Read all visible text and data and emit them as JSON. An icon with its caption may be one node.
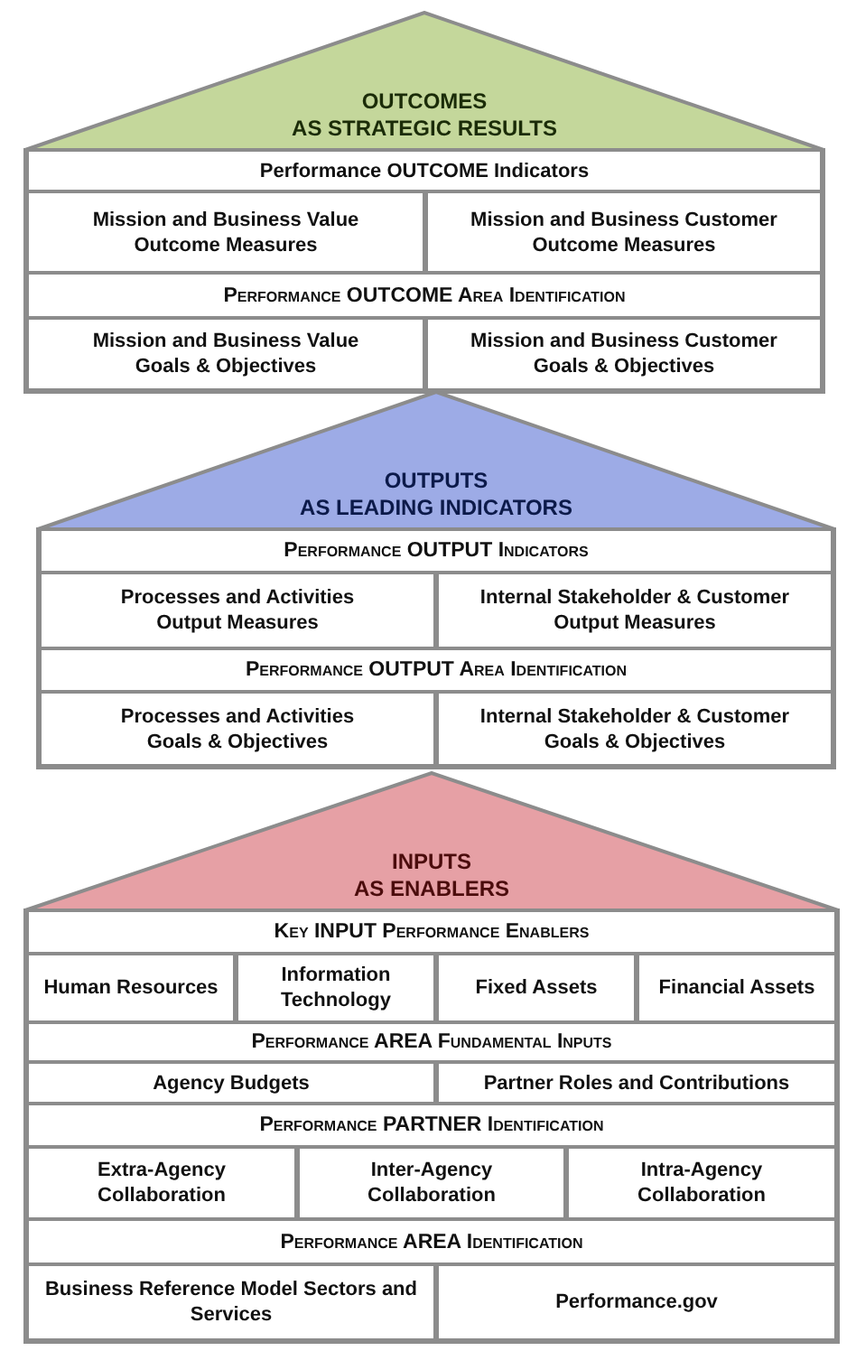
{
  "diagram": {
    "nodes": [
      {
        "text": [
          "OUTCOMES",
          "AS STRATEGIC RESULTS"
        ]
      },
      {
        "text": [
          "Performance OUTCOME Indicators"
        ],
        "in": 0
      },
      {
        "text": [
          "Mission and Business Value Outcome Measures"
        ],
        "in": 0
      },
      {
        "text": [
          "Mission and Business Customer Outcome Measures"
        ],
        "in": 0
      },
      {
        "text": [
          "Performance OUTCOME Area Identification"
        ],
        "in": 0
      },
      {
        "text": [
          "Mission and Business Value Goals & Objectives"
        ],
        "in": 0
      },
      {
        "text": [
          "Mission and Business Customer Goals & Objectives"
        ],
        "in": 0
      },
      {
        "text": [
          "OUTPUTS",
          "AS LEADING INDICATORS"
        ]
      },
      {
        "text": [
          "Performance OUTPUT Indicators"
        ],
        "in": 7
      },
      {
        "text": [
          "Processes and Activities Output Measures"
        ],
        "in": 7
      },
      {
        "text": [
          "Internal Stakeholder & Customer Output Measures"
        ],
        "in": 7
      },
      {
        "text": [
          "Performance OUTPUT Area Identification"
        ],
        "in": 7
      },
      {
        "text": [
          "Processes and Activities Goals & Objectives"
        ],
        "in": 7
      },
      {
        "text": [
          "Internal Stakeholder & Customer Goals & Objectives"
        ],
        "in": 7
      },
      {
        "text": [
          "INPUTS",
          "AS ENABLERS"
        ]
      },
      {
        "text": [
          "Key INPUT Performance Enablers"
        ],
        "in": 14
      },
      {
        "text": [
          "Human Resources"
        ],
        "in": 14
      },
      {
        "text": [
          "Information Technology"
        ],
        "in": 14
      },
      {
        "text": [
          "Fixed Assets"
        ],
        "in": 14
      },
      {
        "text": [
          "Financial Assets"
        ],
        "in": 14
      },
      {
        "text": [
          "Performance AREA Fundamental Inputs"
        ],
        "in": 14
      },
      {
        "text": [
          "Agency Budgets"
        ],
        "in": 14
      },
      {
        "text": [
          "Partner Roles and Contributions"
        ],
        "in": 14
      },
      {
        "text": [
          "Performance PARTNER Identification"
        ],
        "in": 14
      },
      {
        "text": [
          "Extra-Agency Collaboration"
        ],
        "in": 14
      },
      {
        "text": [
          "Inter-Agency Collaboration"
        ],
        "in": 14
      },
      {
        "text": [
          "Intra-Agency Collaboration"
        ],
        "in": 14
      },
      {
        "text": [
          "Performance AREA Identification"
        ],
        "in": 14
      },
      {
        "text": [
          "Business Reference Model Sectors and Services"
        ],
        "in": 14
      },
      {
        "text": [
          "Performance.gov"
        ],
        "in": 14
      }
    ]
  }
}
